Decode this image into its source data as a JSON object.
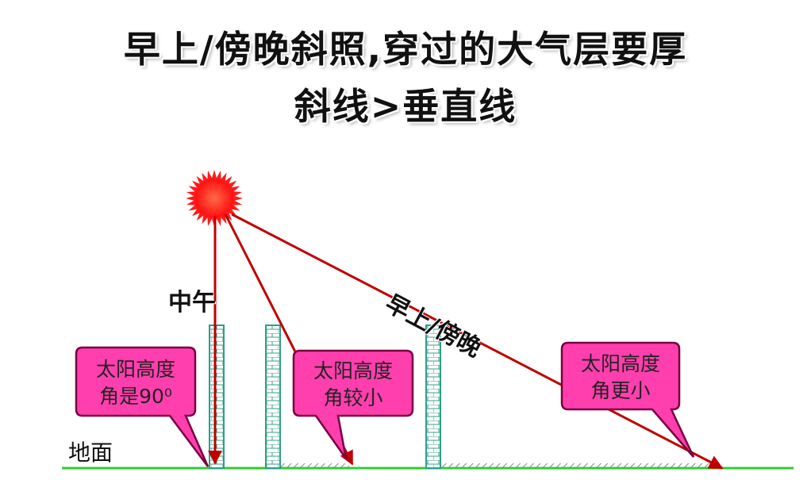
{
  "title": {
    "line1": "早上/傍晚斜照,穿过的大气层要厚",
    "line2": "斜线>垂直线"
  },
  "labels": {
    "noon": "中午",
    "morning_evening": "早上/傍晚",
    "ground": "地面"
  },
  "callouts": [
    {
      "line1": "太阳高度",
      "line2": "角是90⁰"
    },
    {
      "line1": "太阳高度",
      "line2": "角较小"
    },
    {
      "line1": "太阳高度",
      "line2": "角更小"
    }
  ],
  "colors": {
    "sun": "#ff1a1a",
    "ray": "#c00000",
    "callout_fill": "#ff3fae",
    "callout_border": "#7a0040",
    "ground": "#33cc33",
    "wall": "#2e9e8a"
  }
}
